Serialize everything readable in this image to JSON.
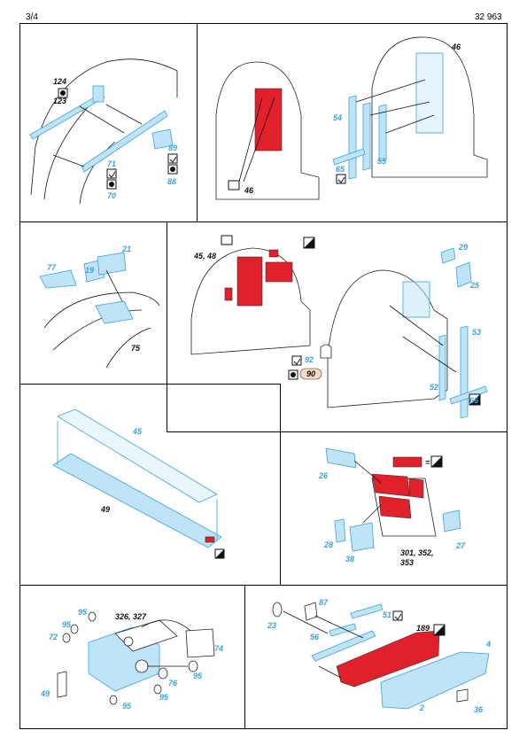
{
  "header": {
    "page": "3/4",
    "code": "32 963"
  },
  "p1": {
    "l124": "124",
    "l123": "123",
    "l89": "89",
    "l71": "71",
    "l70": "70",
    "l88": "88"
  },
  "p2": {
    "l46a": "46",
    "l46b": "46",
    "l54": "54",
    "l55": "55",
    "l65": "65"
  },
  "p3": {
    "l21": "21",
    "l19": "19",
    "l77": "77",
    "l75": "75"
  },
  "p4": {
    "l4548": "45, 48",
    "l29": "29",
    "l25": "25",
    "l53": "53",
    "l92": "92",
    "l90": "90",
    "l52": "52",
    "l66": "66"
  },
  "p5": {
    "l45": "45",
    "l49": "49"
  },
  "p6": {
    "l26": "26",
    "l28": "28",
    "l38": "38",
    "l301": "301, 352,",
    "l353": "353",
    "l27": "27",
    "eq": "="
  },
  "p7": {
    "l95a": "95",
    "l32627": "326, 327",
    "l95b": "95",
    "l72": "72",
    "l74": "74",
    "l95c": "95",
    "l76": "76",
    "l49": "49",
    "l95d": "95",
    "l95e": "95"
  },
  "p8": {
    "l23": "23",
    "l87": "87",
    "l51": "51",
    "l189": "189",
    "l4": "4",
    "l56": "56",
    "l2": "2",
    "l36": "36"
  },
  "colors": {
    "accent": "#3aa3d8",
    "red": "#e0202a"
  }
}
